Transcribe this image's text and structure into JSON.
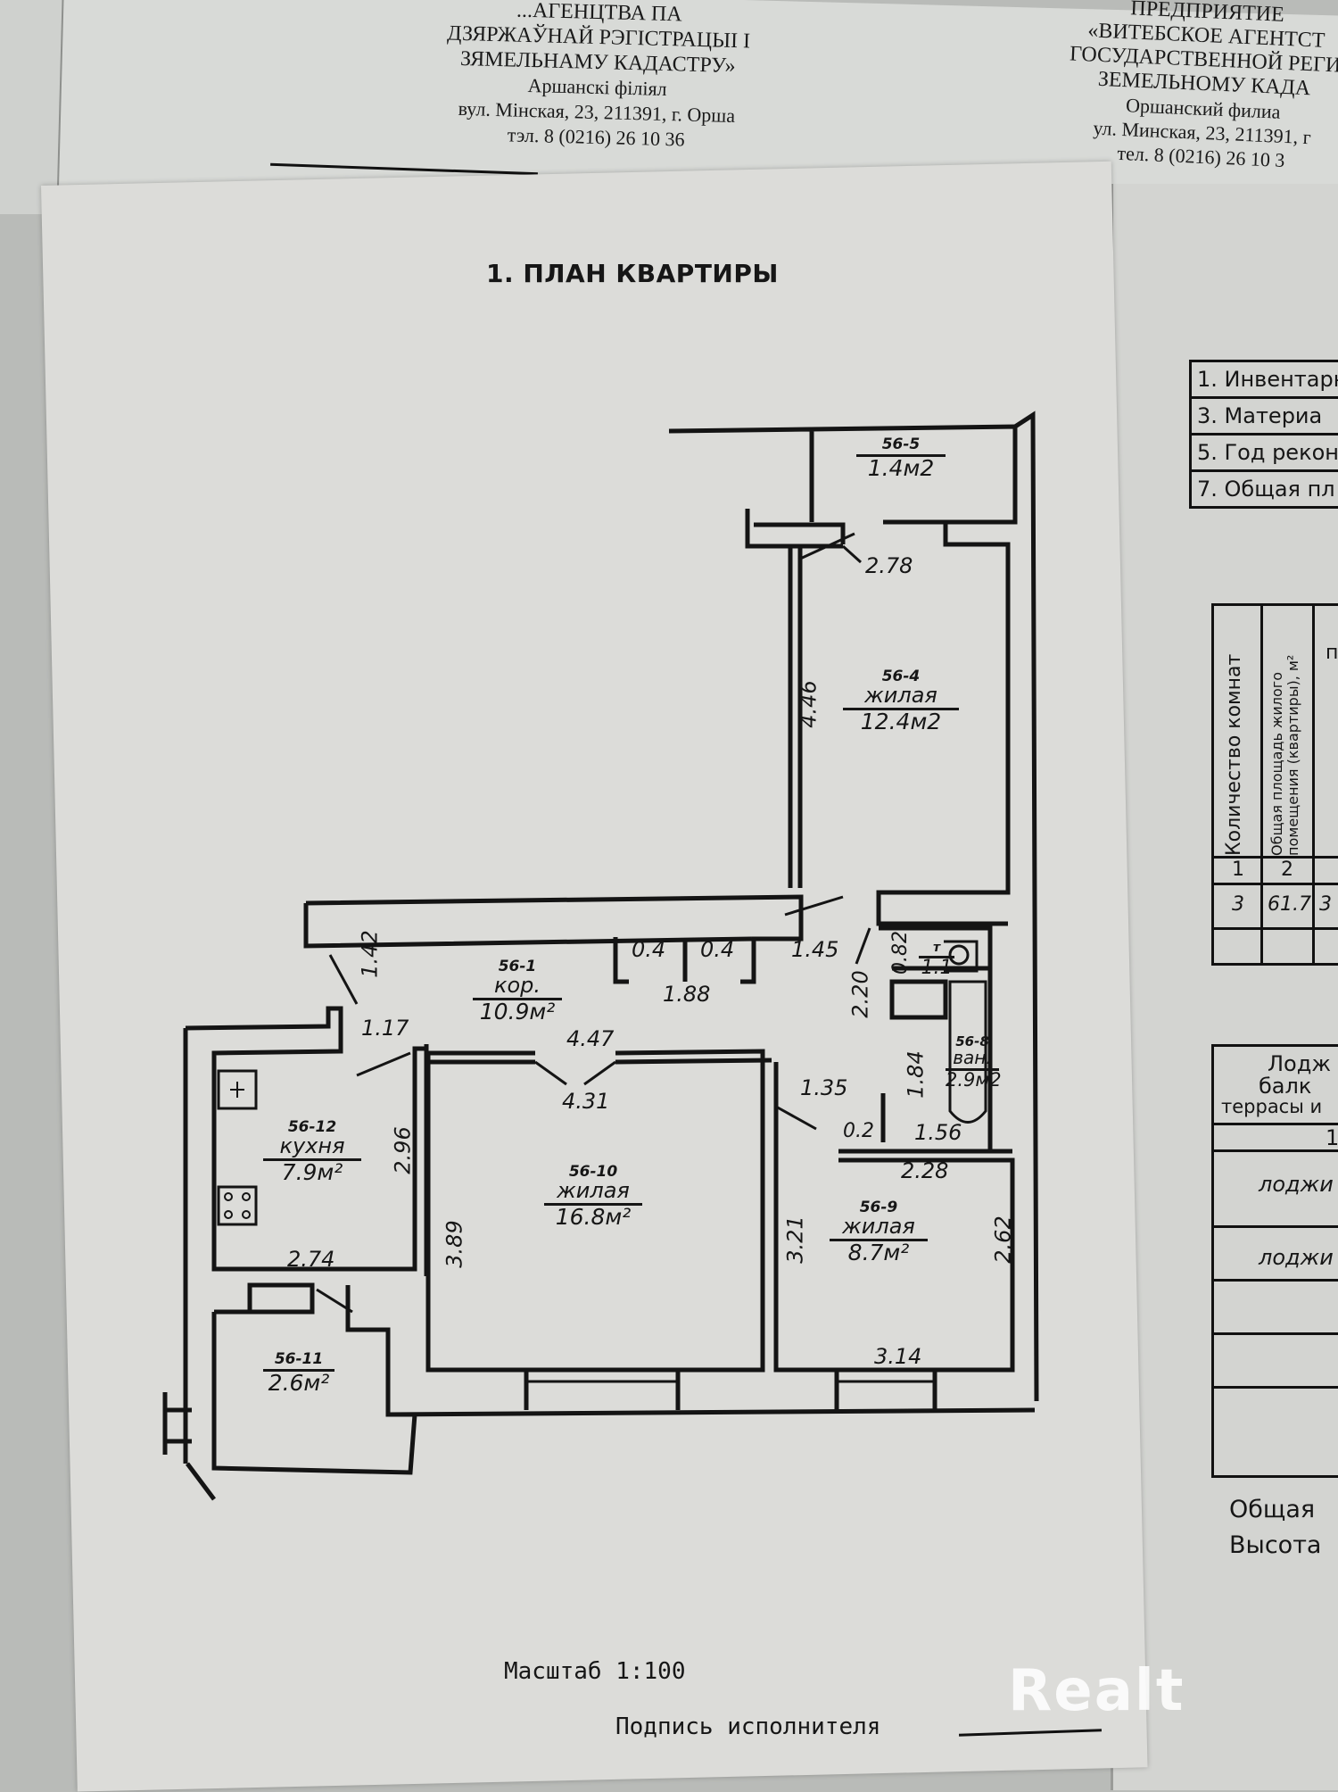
{
  "header_by": {
    "line1": "...АГЕНЦТВА ПА",
    "line2": "ДЗЯРЖАЎНАЙ РЭГІСТРАЦЫІ І",
    "line3": "ЗЯМЕЛЬНАМУ КАДАСТРУ»",
    "branch": "Аршанскі філіял",
    "address": "вул. Мінская, 23, 211391, г. Орша",
    "phone": "тэл. 8 (0216) 26 10 36"
  },
  "header_ru": {
    "line1": "ПРЕДПРИЯТИЕ",
    "line2": "«ВИТЕБСКОЕ АГЕНТСТ",
    "line3": "ГОСУДАРСТВЕННОЙ РЕГИ",
    "line4": "ЗЕМЕЛЬНОМУ КАДА",
    "branch": "Оршанский филиа",
    "address": "ул. Минская, 23, 211391, г",
    "phone": "тел. 8 (0216) 26 10 3"
  },
  "plan": {
    "title": "1. ПЛАН КВАРТИРЫ",
    "scale": "Масштаб 1:100",
    "signature_label": "Подпись исполнителя",
    "rooms": [
      {
        "id": "56-5",
        "type": "",
        "area": "1.4м2"
      },
      {
        "id": "56-4",
        "type": "жилая",
        "area": "12.4м2"
      },
      {
        "id": "56-1",
        "type": "кор.",
        "area": "10.9м²"
      },
      {
        "id": "56-12",
        "type": "кухня",
        "area": "7.9м²"
      },
      {
        "id": "56-10",
        "type": "жилая",
        "area": "16.8м²"
      },
      {
        "id": "56-9",
        "type": "жилая",
        "area": "8.7м²"
      },
      {
        "id": "56-8",
        "type": "ван.",
        "area": "2.9м2"
      },
      {
        "id": "56-11",
        "type": "",
        "area": "2.6м²"
      },
      {
        "id": "т",
        "type": "",
        "area": "1.1"
      }
    ],
    "dimensions": {
      "d278": "2.78",
      "d446": "4.46",
      "d142": "1.42",
      "d04a": "0.4",
      "d04b": "0.4",
      "d188": "1.88",
      "d145": "1.45",
      "d082": "0.82",
      "d117": "1.17",
      "d447": "4.47",
      "d431": "4.31",
      "d220": "2.20",
      "d184": "1.84",
      "d135": "1.35",
      "d02": "0.2",
      "d156": "1.56",
      "d228": "2.28",
      "d296": "2.96",
      "d389": "3.89",
      "d321": "3.21",
      "d262": "2.62",
      "d274": "2.74",
      "d314": "3.14"
    }
  },
  "right_page": {
    "info_rows": [
      "1. Инвентарн",
      "3. Материа",
      "5. Год рекон",
      "7. Общая пл"
    ],
    "stats": {
      "col1_header": "Количество комнат",
      "col2_header": "Общая площадь жилого помещения (квартиры), м²",
      "col3_header": "пл",
      "col1_index": "1",
      "col2_index": "2",
      "col1_value": "3",
      "col2_value": "61.7",
      "col3_value": "3"
    },
    "loggia": {
      "header_l1": "Лодж",
      "header_l2": "балк",
      "header_l3": "террасы и",
      "index": "1",
      "rows": [
        "лоджи",
        "лоджи"
      ]
    },
    "totals": {
      "total": "Общая",
      "height": "Высота"
    }
  },
  "watermark": "Realt"
}
